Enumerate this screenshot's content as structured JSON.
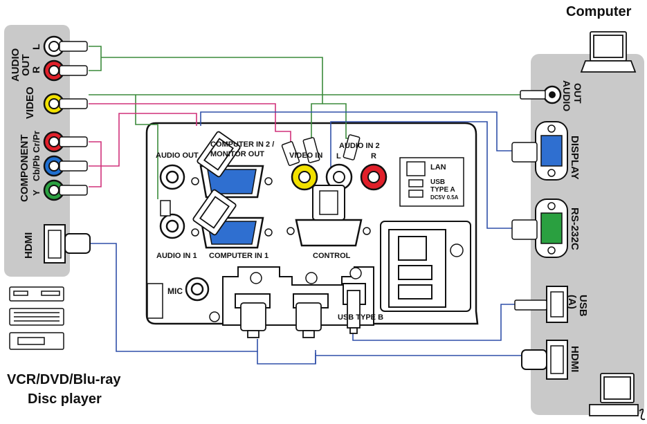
{
  "headings": {
    "computer": "Computer",
    "source_line1": "VCR/DVD/Blu-ray",
    "source_line2": "Disc player"
  },
  "left_panel": {
    "audio_out_1": "AUDIO",
    "audio_out_2": "OUT",
    "audio_l": "L",
    "audio_r": "R",
    "video": "VIDEO",
    "component": "COMPONENT",
    "component_sub": "Cb/Pb Cr/Pr",
    "component_y": "Y",
    "hdmi": "HDMI"
  },
  "right_panel": {
    "audio_out_1": "AUDIO",
    "audio_out_2": "OUT",
    "display": "DISPLAY",
    "rs232c": "RS-232C",
    "usb_1": "USB",
    "usb_2": "(A)",
    "hdmi": "HDMI"
  },
  "projector_panel": {
    "audio_out": "AUDIO OUT",
    "computer_in2_1": "COMPUTER IN 2 /",
    "computer_in2_2": "MONITOR OUT",
    "video_in": "VIDEO IN",
    "audio_in2": "AUDIO IN 2",
    "audio_in2_l": "L",
    "audio_in2_r": "R",
    "audio_in1": "AUDIO IN 1",
    "computer_in1": "COMPUTER IN 1",
    "control": "CONTROL",
    "lan": "LAN",
    "usb_type_a_1": "USB",
    "usb_type_a_2": "TYPE A",
    "usb_type_a_3": "DC5V 0.5A",
    "mic": "MIC",
    "usb_type_b": "USB TYPE B"
  },
  "colors": {
    "panel_gray": "#c9c9c9",
    "green_wire": "#3a8a3a",
    "blue_wire": "#2f4fa8",
    "magenta_wire": "#d0307a",
    "rca_red": "#e0202a",
    "rca_yellow": "#f2e100",
    "rca_blue": "#1f6fd0",
    "rca_green": "#2aa040",
    "rca_white": "#ffffff"
  }
}
